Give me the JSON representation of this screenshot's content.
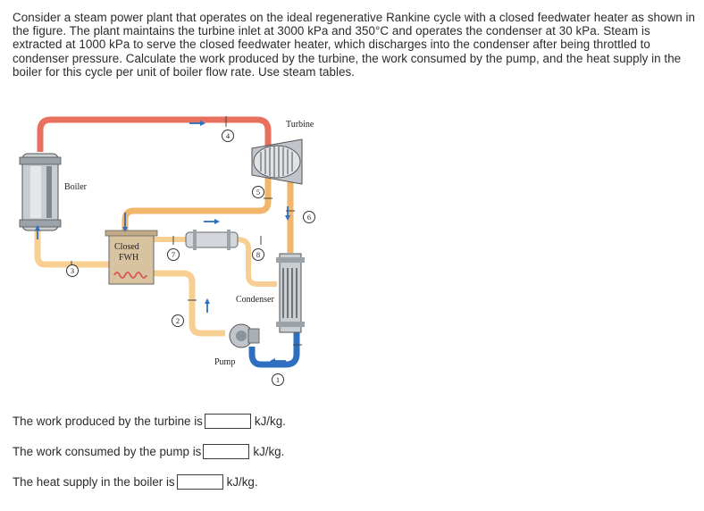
{
  "problem": {
    "text": "Consider a steam power plant that operates on the ideal regenerative Rankine cycle with a closed feedwater heater as shown in the figure. The plant maintains the turbine inlet at 3000 kPa and 350°C and operates the condenser at 30 kPa. Steam is extracted at 1000 kPa to serve the closed feedwater heater, which discharges into the condenser after being throttled to condenser pressure. Calculate the work produced by the turbine, the work consumed by the pump, and the heat supply in the boiler for this cycle per unit of boiler flow rate. Use steam tables."
  },
  "figure": {
    "labels": {
      "turbine": "Turbine",
      "boiler": "Boiler",
      "closed_fwh_line1": "Closed",
      "closed_fwh_line2": "FWH",
      "condenser": "Condenser",
      "pump": "Pump"
    },
    "states": [
      "1",
      "2",
      "3",
      "4",
      "5",
      "6",
      "7",
      "8"
    ],
    "colors": {
      "superheated_steam": "#e8705f",
      "wet_steam": "#f2b56c",
      "liquid": "#f8cf93",
      "cold_liquid": "#2f6fc0"
    }
  },
  "questions": [
    {
      "prefix": "The work produced by the turbine is",
      "value": "",
      "unit": "kJ/kg."
    },
    {
      "prefix": "The work consumed by the pump is",
      "value": "",
      "unit": "kJ/kg."
    },
    {
      "prefix": "The heat supply in the boiler is",
      "value": "",
      "unit": "kJ/kg."
    }
  ]
}
